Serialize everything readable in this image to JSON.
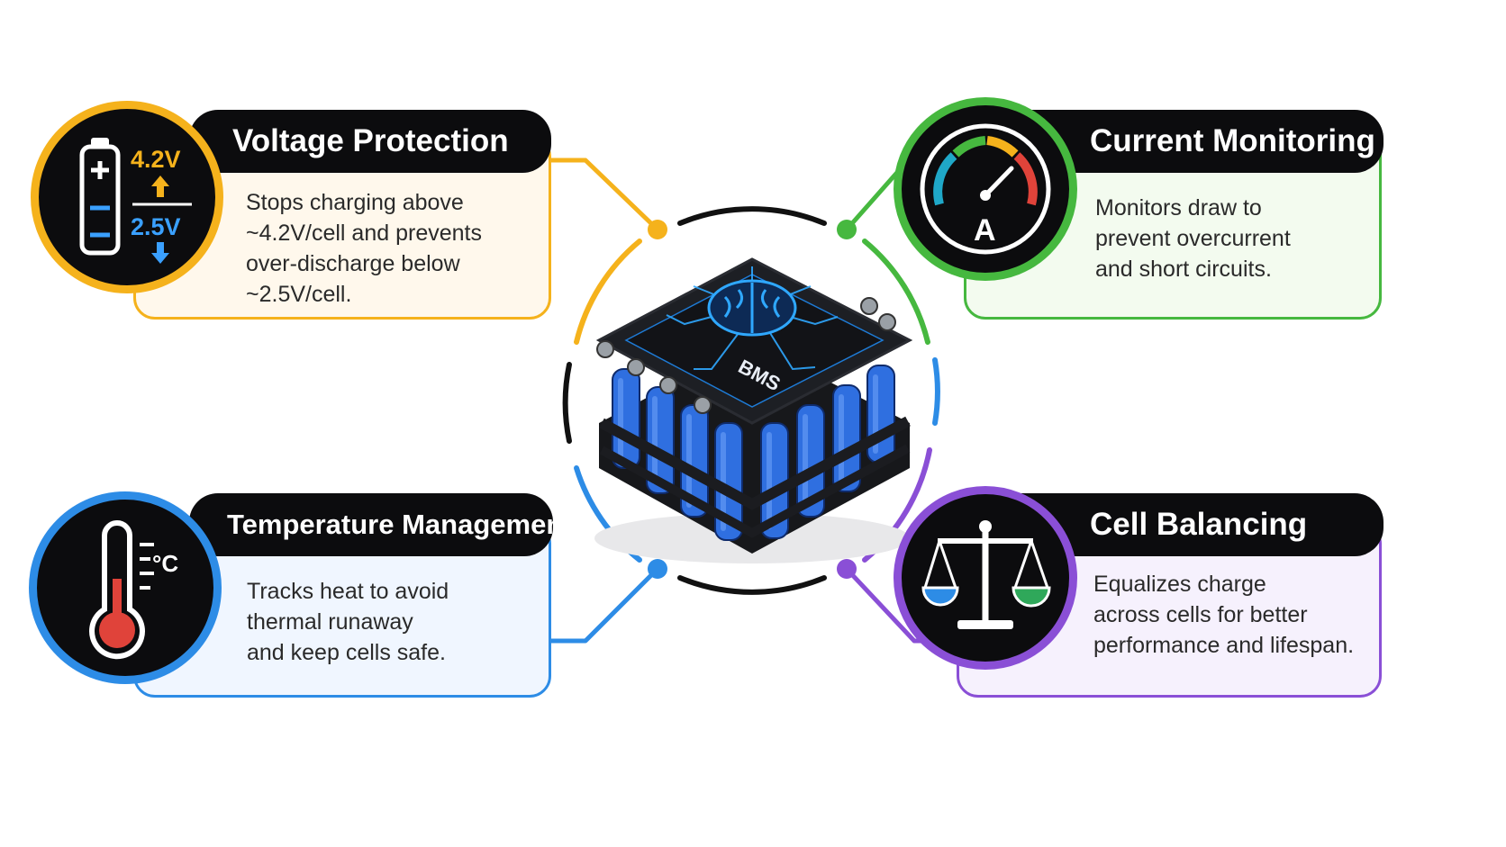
{
  "colors": {
    "voltage": "#f5b21c",
    "current": "#46b83f",
    "temperature": "#2d8ce6",
    "balancing": "#8a4fd6",
    "battery_cell": "#2f6fe0",
    "bms_glow": "#2fa8ff"
  },
  "center": {
    "label": "BMS",
    "icon": "brain-circuit-icon"
  },
  "features": [
    {
      "key": "voltage",
      "title": "Voltage Protection",
      "icon": "battery-voltage-icon",
      "icon_labels": [
        "4.2V",
        "2.5V"
      ],
      "lines": [
        "Stops charging above",
        "~4.2V/cell and prevents",
        "over-discharge below",
        "~2.5V/cell."
      ]
    },
    {
      "key": "current",
      "title": "Current Monitoring",
      "icon": "ammeter-gauge-icon",
      "icon_labels": [
        "A"
      ],
      "lines": [
        "Monitors draw to",
        "prevent overcurrent",
        "and short circuits."
      ]
    },
    {
      "key": "temperature",
      "title": "Temperature Management",
      "icon": "thermometer-icon",
      "icon_labels": [
        "°C"
      ],
      "lines": [
        "Tracks heat to avoid",
        "thermal runaway",
        "and keep cells safe."
      ]
    },
    {
      "key": "balancing",
      "title": "Cell Balancing",
      "icon": "balance-scale-icon",
      "icon_labels": [],
      "lines": [
        "Equalizes charge",
        "across cells for better",
        "performance and lifespan."
      ]
    }
  ]
}
